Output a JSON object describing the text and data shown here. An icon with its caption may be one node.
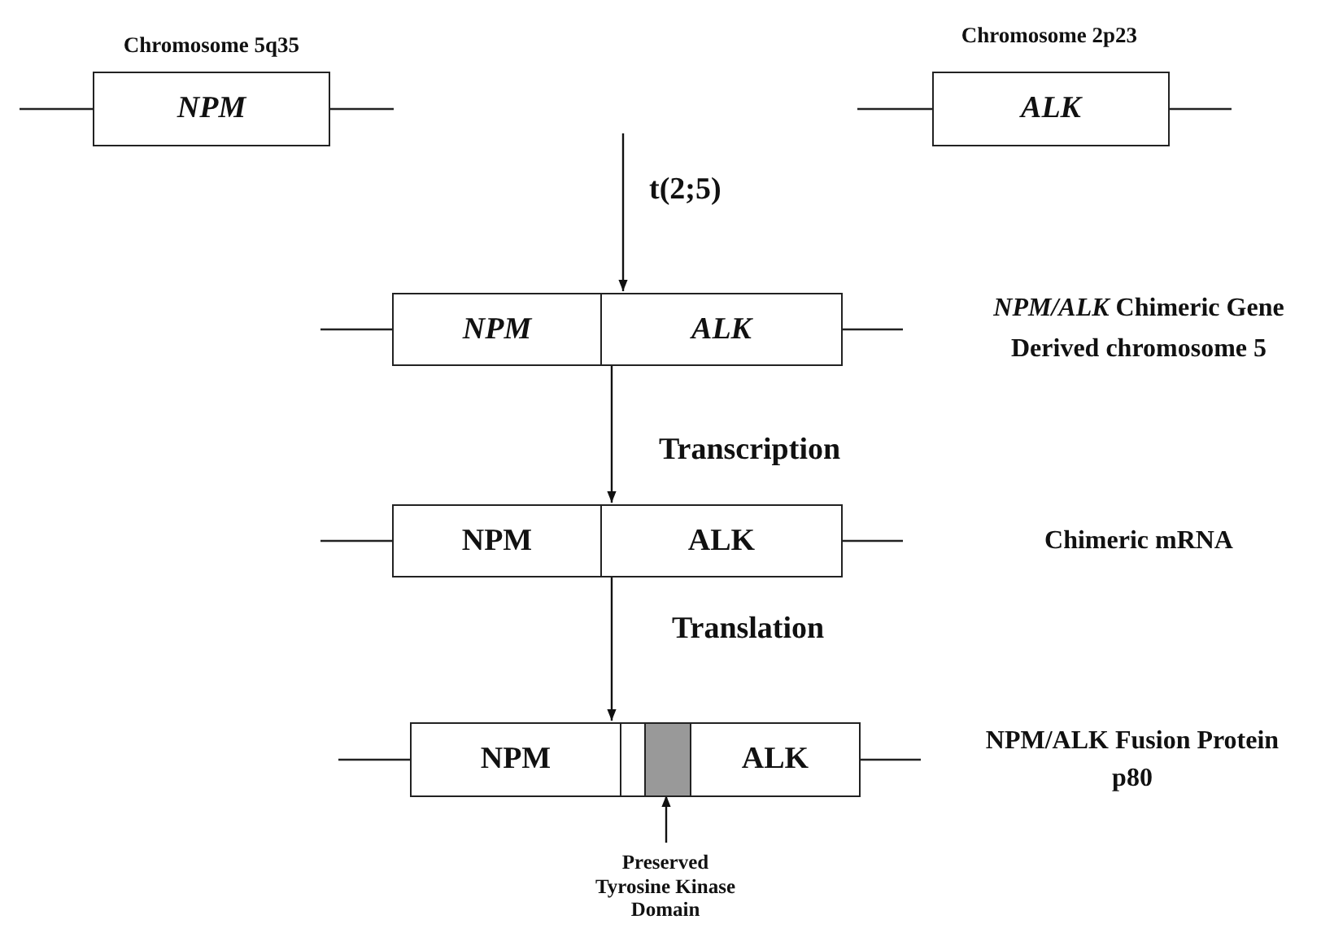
{
  "diagram": {
    "nodes": [
      {
        "text": [
          "NPM"
        ],
        "beside": [
          "Chromosome 5q35"
        ]
      },
      {
        "text": [
          "ALK"
        ],
        "beside": [
          "Chromosome 2p23"
        ]
      },
      {
        "text": [],
        "shape": "box",
        "beside": [
          "*NPM/ALK* Chimeric Gene",
          "Derived chromosome 5"
        ]
      },
      {
        "text": [
          "NPM"
        ],
        "in": 2
      },
      {
        "text": [
          "ALK"
        ],
        "in": 2
      },
      {
        "text": [],
        "shape": "box"
      },
      {
        "text": [
          "NPM"
        ],
        "in": 5
      },
      {
        "text": [
          "ALK"
        ],
        "in": 5
      },
      {
        "text": [],
        "shape": "box"
      },
      {
        "text": [
          "NPM"
        ],
        "in": 8
      },
      {
        "text": [],
        "shape": "box",
        "in": 8
      },
      {
        "text": [],
        "shape": "box",
        "in": 8
      },
      {
        "text": [
          "ALK"
        ],
        "in": 8
      },
      {
        "text": [
          "Preserved Tyrosine Kinase Domain"
        ]
      }
    ],
    "edges": [
      {
        "from": null,
        "to": 2,
        "arrow": "to",
        "label": "t(2;5)"
      },
      {
        "from": 2,
        "to": 5,
        "arrow": "to",
        "label": "Transcription"
      },
      {
        "from": 5,
        "to": 8,
        "arrow": "to",
        "label": "Translation"
      },
      {
        "from": 13,
        "to": 11,
        "arrow": "to"
      }
    ],
    "labels": [
      "Chimeric mRNA",
      "NPM/ALK Fusion Protein p80"
    ]
  }
}
